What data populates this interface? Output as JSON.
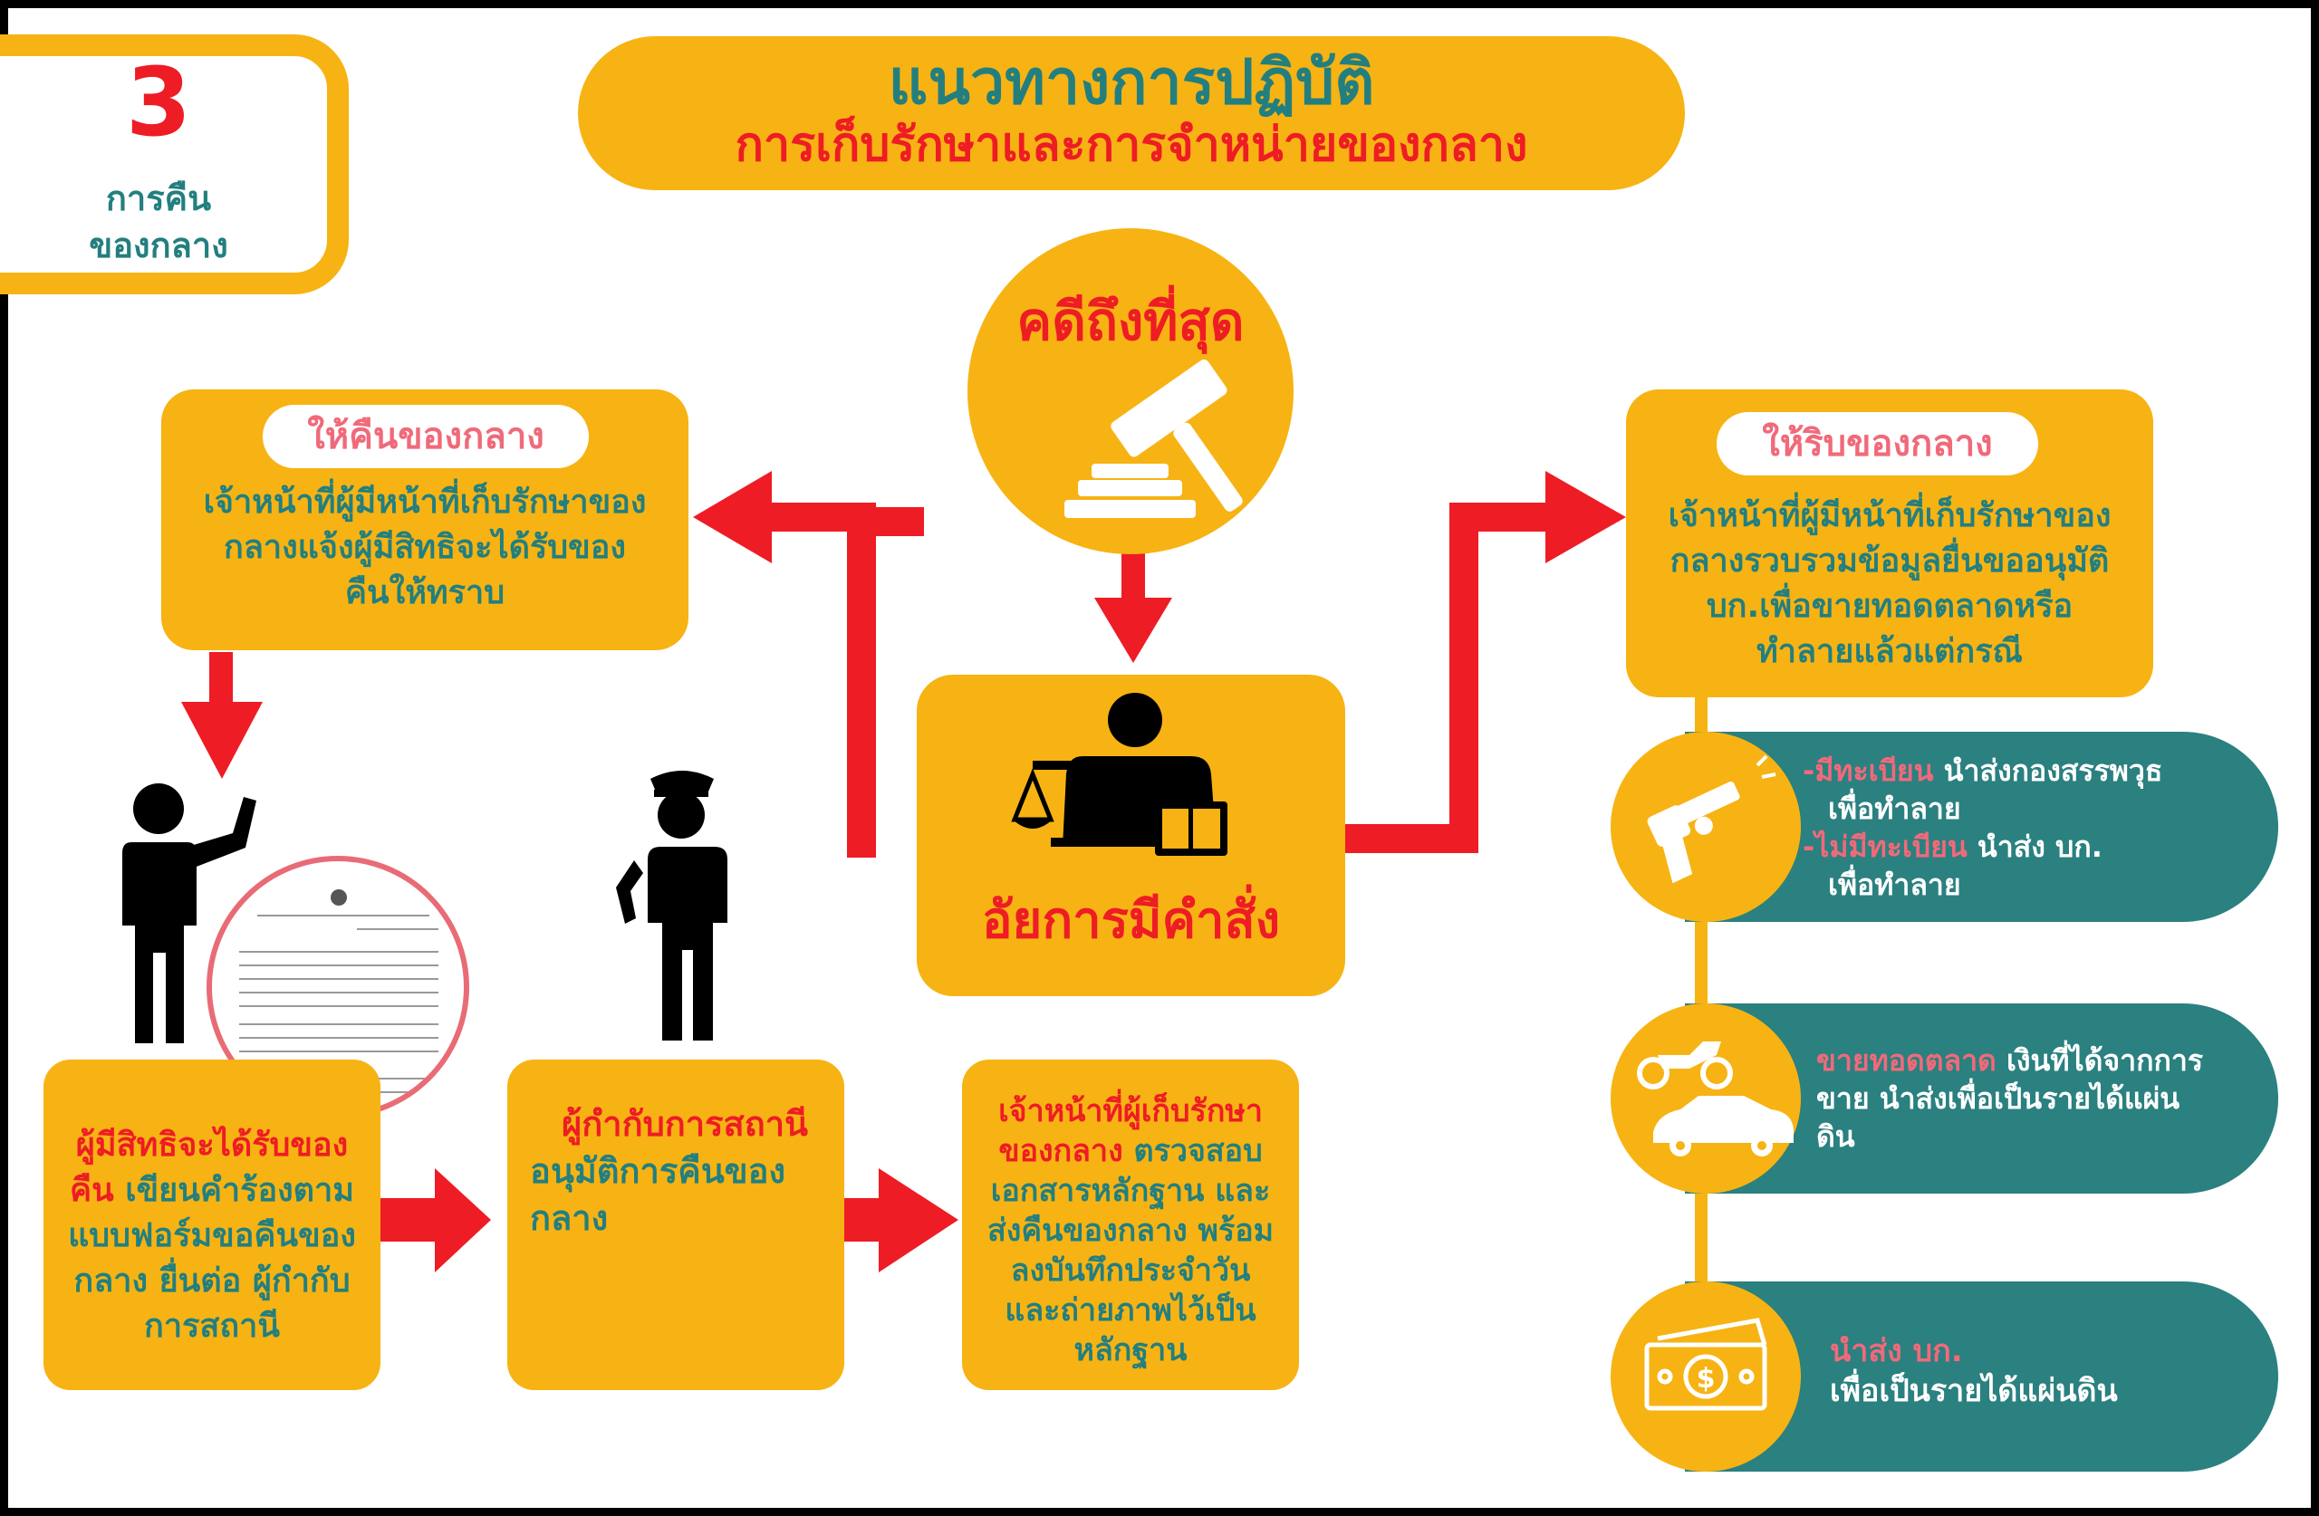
{
  "badge": {
    "number": "3",
    "line1": "การคืน",
    "line2": "ของกลาง"
  },
  "header": {
    "title": "แนวทางการปฏิบัติ",
    "subtitle": "การเก็บรักษาและการจำหน่ายของกลาง"
  },
  "final_case": {
    "label": "คดีถึงที่สุด"
  },
  "prosecutor": {
    "label": "อัยการมีคำสั่ง"
  },
  "return_box": {
    "tag": "ให้คืนของกลาง",
    "lines": [
      "เจ้าหน้าที่ผู้มีหน้าที่เก็บรักษาของ",
      "กลางแจ้งผู้มีสิทธิจะได้รับของ",
      "คืนให้ทราบ"
    ]
  },
  "seize_box": {
    "tag": "ให้ริบของกลาง",
    "lines": [
      "เจ้าหน้าที่ผู้มีหน้าที่เก็บรักษาของ",
      "กลางรวบรวมข้อมูลยื่นขออนุมัติ",
      "บก.เพื่อขายทอดตลาดหรือ",
      "ทำลายแล้วแต่กรณี"
    ]
  },
  "step1": {
    "highlight": "ผู้มีสิทธิจะได้รับของ",
    "line2_highlight": "คืน",
    "line2_rest": " เขียนคำร้องตาม",
    "lines": [
      "แบบฟอร์มขอคืนของ",
      "กลาง ยื่นต่อ ผู้กำกับ",
      "การสถานี"
    ]
  },
  "step2": {
    "highlight": "ผู้กำกับการสถานี",
    "lines": [
      "อนุมัติการคืนของ",
      "กลาง"
    ]
  },
  "step3": {
    "highlight1": "เจ้าหน้าที่ผู้เก็บรักษา",
    "highlight2": "ของกลาง",
    "rest2": " ตรวจสอบ",
    "lines": [
      "เอกสารหลักฐาน และ",
      "ส่งคืนของกลาง พร้อม",
      "ลงบันทึกประจำวัน",
      "และถ่ายภาพไว้เป็น",
      "หลักฐาน"
    ]
  },
  "weapons": {
    "reg_label": "-มีทะเบียน",
    "reg_rest": " นำส่งกองสรรพวุธ",
    "reg_line2": "เพื่อทำลาย",
    "unreg_label": "-ไม่มีทะเบียน",
    "unreg_rest": " นำส่ง บก.",
    "unreg_line2": "เพื่อทำลาย"
  },
  "vehicles": {
    "label": "ขายทอดตลาด",
    "rest": " เงินที่ได้จากการ",
    "line2": "ขาย นำส่งเพื่อเป็นรายได้แผ่น",
    "line3": "ดิน"
  },
  "money": {
    "label": "นำส่ง บก.",
    "line2": "เพื่อเป็นรายได้แผ่นดิน"
  },
  "colors": {
    "orange": "#f7b313",
    "teal": "#2b8080",
    "red": "#ee1c25",
    "pink": "#f06a7a",
    "title_teal": "#237f7f"
  }
}
